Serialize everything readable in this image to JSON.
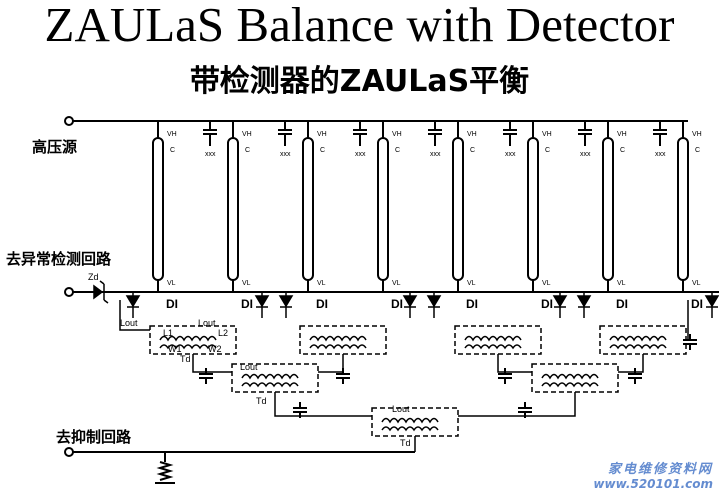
{
  "title": "ZAULaS Balance with Detector",
  "subtitle": "带检测器的ZAULaS平衡",
  "labels": {
    "high_voltage": "高压源",
    "abnormal_detect": "去异常检测回路",
    "suppress": "去抑制回路",
    "zd": "Zd",
    "vh": "VH",
    "vl": "VL",
    "c": "C",
    "di": "DI",
    "lout": "Lout",
    "td": "Td",
    "l1": "L1",
    "l2": "L2",
    "w1": "W1",
    "w2": "W2"
  },
  "watermark": {
    "line1": "家电维修资料网",
    "line2": "www.520101.com"
  }
}
